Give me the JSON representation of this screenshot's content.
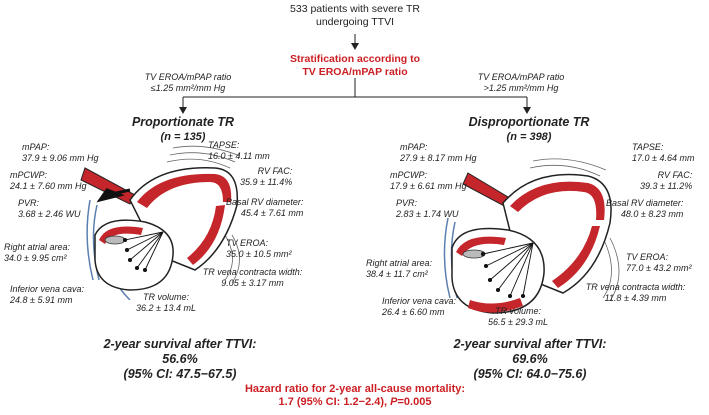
{
  "top": {
    "line1": "533 patients with severe TR",
    "line2": "undergoing TTVI"
  },
  "strat": {
    "line1": "Stratification according to",
    "line2": "TV EROA/mPAP ratio"
  },
  "branch_left": {
    "line1": "TV EROA/mPAP ratio",
    "line2": "≤1.25 mm²/mm Hg"
  },
  "branch_right": {
    "line1": "TV EROA/mPAP ratio",
    "line2": ">1.25 mm²/mm Hg"
  },
  "left": {
    "title": "Proportionate TR",
    "n": "(n = 135)",
    "mpap_label": "mPAP:",
    "mpap_value": "37.9 ± 9.06  mm Hg",
    "mpcwp_label": "mPCWP:",
    "mpcwp_value": "24.1 ± 7.60 mm Hg",
    "pvr_label": "PVR:",
    "pvr_value": "3.68 ± 2.46 WU",
    "raa_label": "Right atrial area:",
    "raa_value": "34.0 ± 9.95 cm²",
    "ivc_label": "Inferior vena cava:",
    "ivc_value": "24.8 ± 5.91 mm",
    "tapse_label": "TAPSE:",
    "tapse_value": "16.0 ± 4.11 mm",
    "rvfac_label": "RV FAC:",
    "rvfac_value": "35.9 ± 11.4%",
    "rvd_label": "Basal RV diameter:",
    "rvd_value": "45.4 ± 7.61 mm",
    "eroa_label": "TV EROA:",
    "eroa_value": "35.0 ± 10.5 mm²",
    "vc_label": "TR vena contracta width:",
    "vc_value": "9.05 ± 3.17 mm",
    "vol_label": "TR volume:",
    "vol_value": "36.2 ± 13.4 mL",
    "surv_title": "2-year survival after TTVI:",
    "surv_value": "56.6%",
    "surv_ci": "(95% CI: 47.5−67.5)"
  },
  "right": {
    "title": "Disproportionate TR",
    "n": "(n = 398)",
    "mpap_label": "mPAP:",
    "mpap_value": "27.9 ± 8.17 mm Hg",
    "mpcwp_label": "mPCWP:",
    "mpcwp_value": "17.9 ± 6.61 mm Hg",
    "pvr_label": "PVR:",
    "pvr_value": "2.83 ± 1.74 WU",
    "raa_label": "Right atrial area:",
    "raa_value": "38.4 ± 11.7 cm²",
    "ivc_label": "Inferior vena cava:",
    "ivc_value": "26.4 ± 6.60 mm",
    "tapse_label": "TAPSE:",
    "tapse_value": "17.0 ± 4.64 mm",
    "rvfac_label": "RV FAC:",
    "rvfac_value": "39.3 ± 11.2%",
    "rvd_label": "Basal RV diameter:",
    "rvd_value": "48.0 ± 8.23 mm",
    "eroa_label": "TV EROA:",
    "eroa_value": "77.0 ± 43.2 mm²",
    "vc_label": "TR vena contracta width:",
    "vc_value": "11.8 ± 4.39 mm",
    "vol_label": "TR volume:",
    "vol_value": "56.5 ± 29.3 mL",
    "surv_title": "2-year survival after TTVI:",
    "surv_value": "69.6%",
    "surv_ci": "(95% CI: 64.0−75.6)"
  },
  "bottom": {
    "line1": "Hazard ratio for 2-year all-cause mortality:",
    "line2_prefix": "1.7 (95% CI: 1.2−2.4), ",
    "line2_p": "P",
    "line2_suffix": "=0.005"
  },
  "colors": {
    "accent_red": "#cc1f24",
    "heart_red": "#c4262b",
    "vessel_blue": "#5b7fb0"
  }
}
